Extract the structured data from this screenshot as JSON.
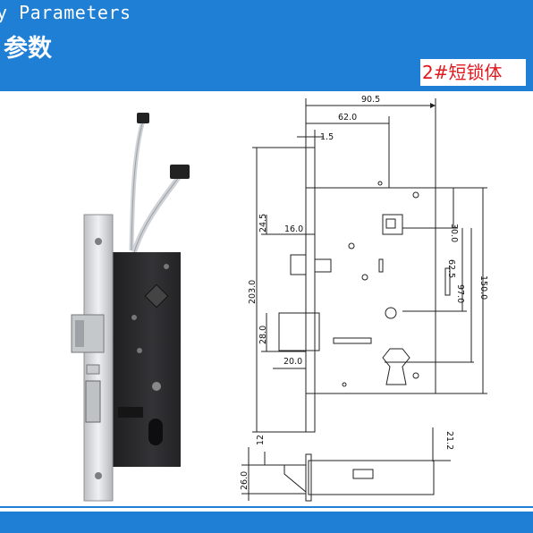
{
  "header": {
    "title_en": "y Parameters",
    "title_cn": "参数",
    "model_tag": "2#短锁体"
  },
  "dimensions": {
    "overall_width": "90.5",
    "width_62": "62.0",
    "offset_15": "1.5",
    "latch_16": "16.0",
    "spindle_245": "24.5",
    "height_203": "203.0",
    "hole_30": "30.0",
    "hole_625": "62.5",
    "hole_97": "97.0",
    "height_150": "150.0",
    "bolt_28": "28.0",
    "bolt_20": "20.0",
    "thick_12": "12",
    "thick_212": "21.2",
    "thick_26": "26.0"
  },
  "colors": {
    "header_blue": "#1f7fd4",
    "tag_red": "#e0191e",
    "lock_body": "#2a2a2c",
    "faceplate": "#d9dadc"
  }
}
